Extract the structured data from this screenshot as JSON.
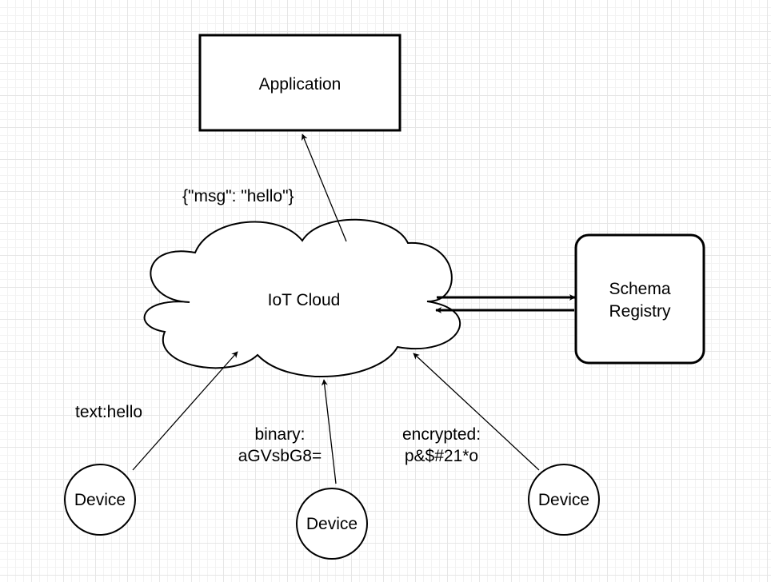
{
  "nodes": {
    "application": {
      "label": "Application"
    },
    "iot_cloud": {
      "label": "IoT Cloud"
    },
    "schema_registry": {
      "line1": "Schema",
      "line2": "Registry"
    },
    "device_left": {
      "label": "Device"
    },
    "device_middle": {
      "label": "Device"
    },
    "device_right": {
      "label": "Device"
    }
  },
  "edges": {
    "cloud_to_application": {
      "label": "{\"msg\": \"hello\"}"
    },
    "left_device_to_cloud": {
      "label": "text:hello"
    },
    "middle_device_to_cloud": {
      "line1": "binary:",
      "line2": "aGVsbG8="
    },
    "right_device_to_cloud": {
      "line1": "encrypted:",
      "line2": "p&$#21*o"
    }
  }
}
